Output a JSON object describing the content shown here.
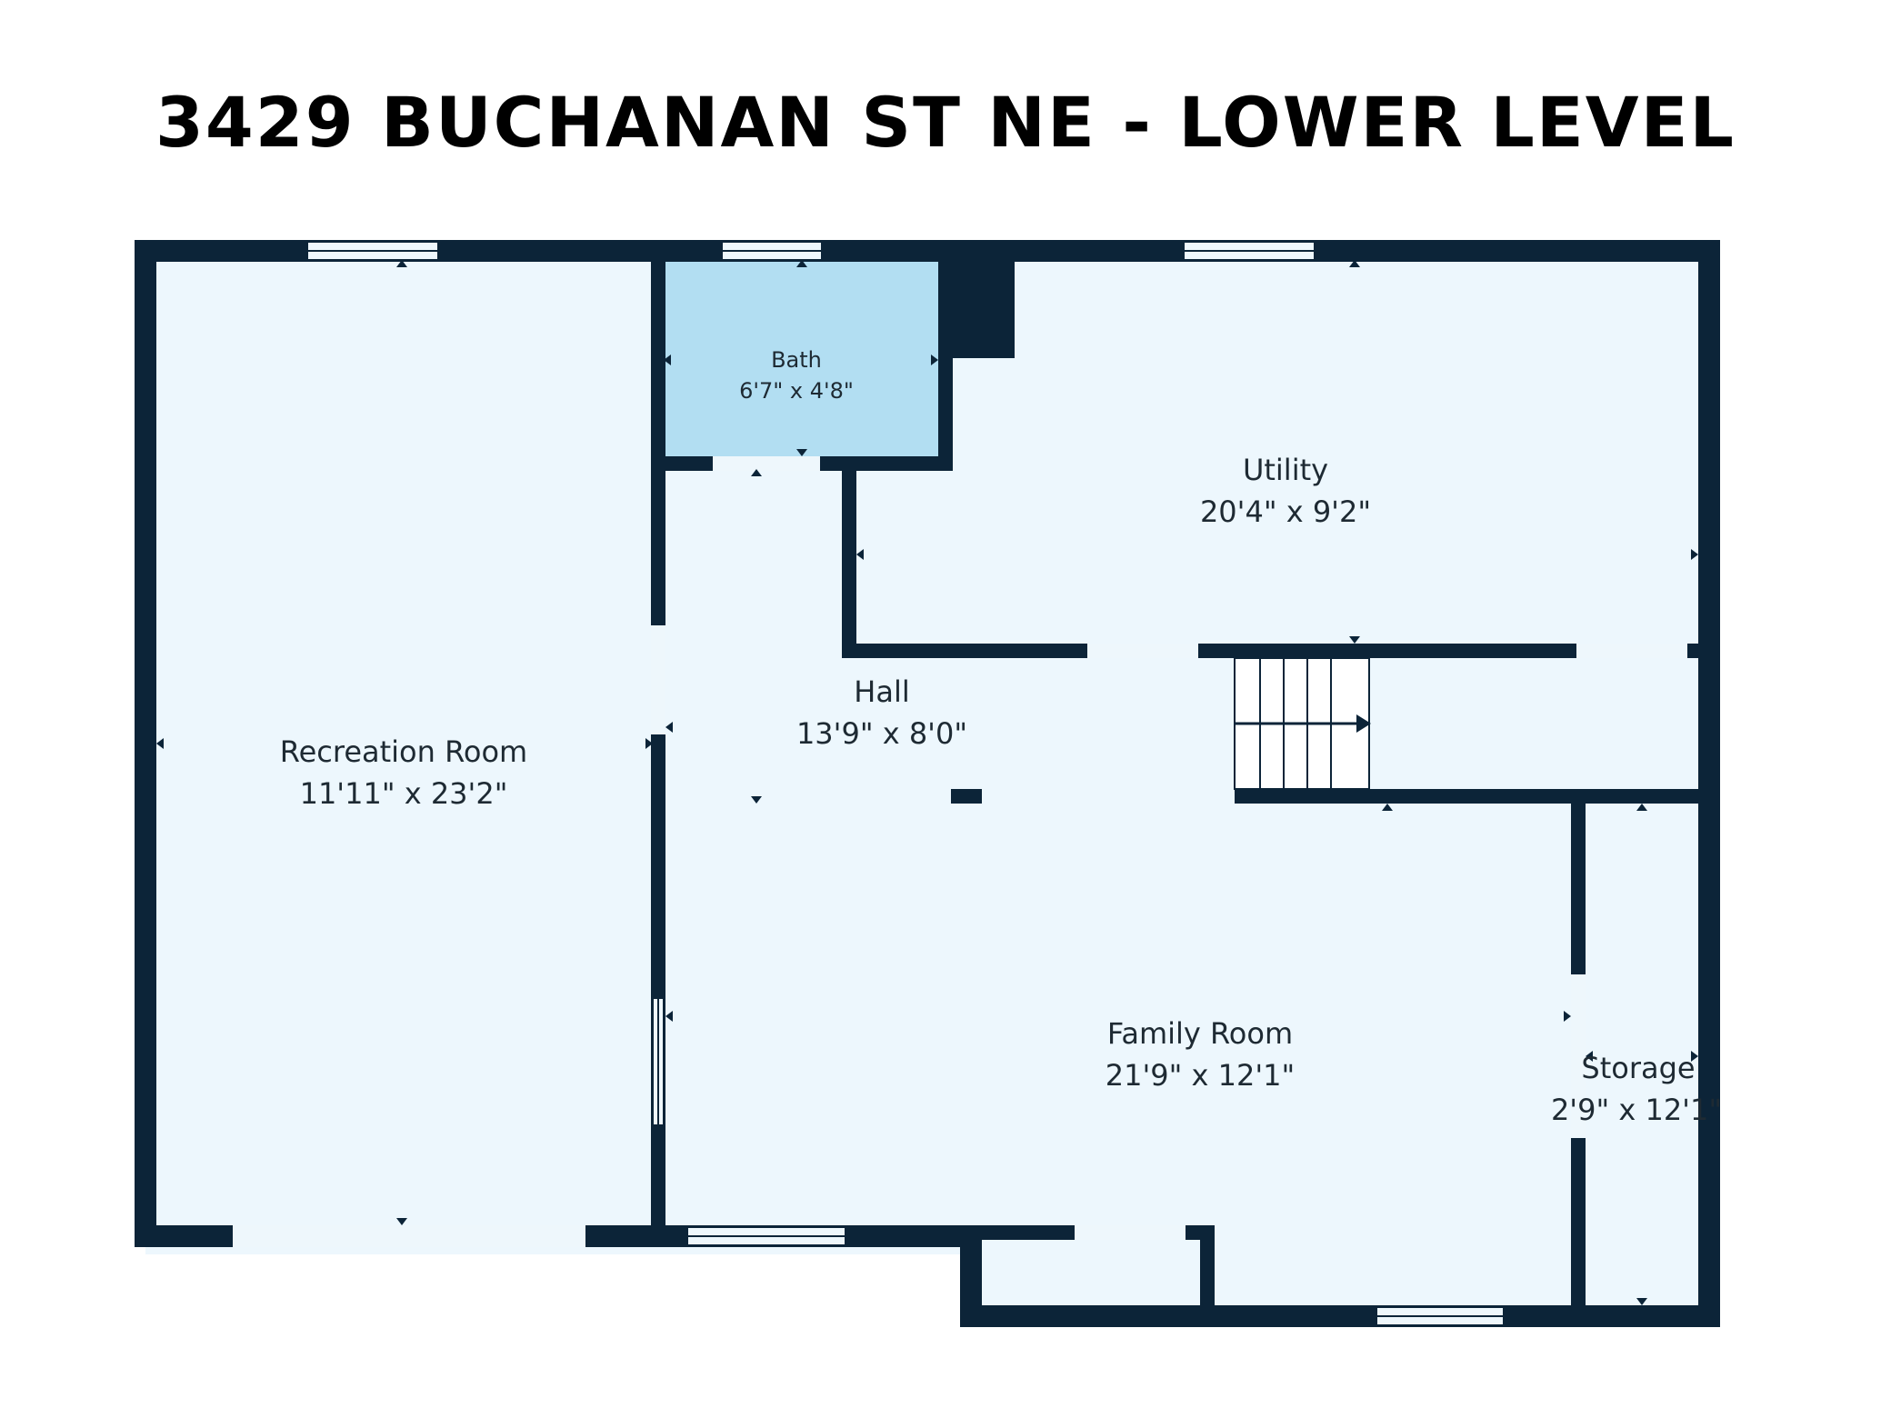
{
  "title": "3429 BUCHANAN ST NE  - LOWER LEVEL",
  "colors": {
    "wall": "#0c2438",
    "room_fill": "#edf7fd",
    "bath_fill": "#b2def2",
    "window_fill": "#eef7fc",
    "background": "#ffffff"
  },
  "rooms": [
    {
      "name": "Recreation Room",
      "dimensions": "11'11\" x 23'2\""
    },
    {
      "name": "Bath",
      "dimensions": "6'7\" x 4'8\""
    },
    {
      "name": "Utility",
      "dimensions": "20'4\" x 9'2\""
    },
    {
      "name": "Hall",
      "dimensions": "13'9\" x 8'0\""
    },
    {
      "name": "Family Room",
      "dimensions": "21'9\" x 12'1\""
    },
    {
      "name": "Storage",
      "dimensions": "2'9\" x 12'1\""
    }
  ]
}
